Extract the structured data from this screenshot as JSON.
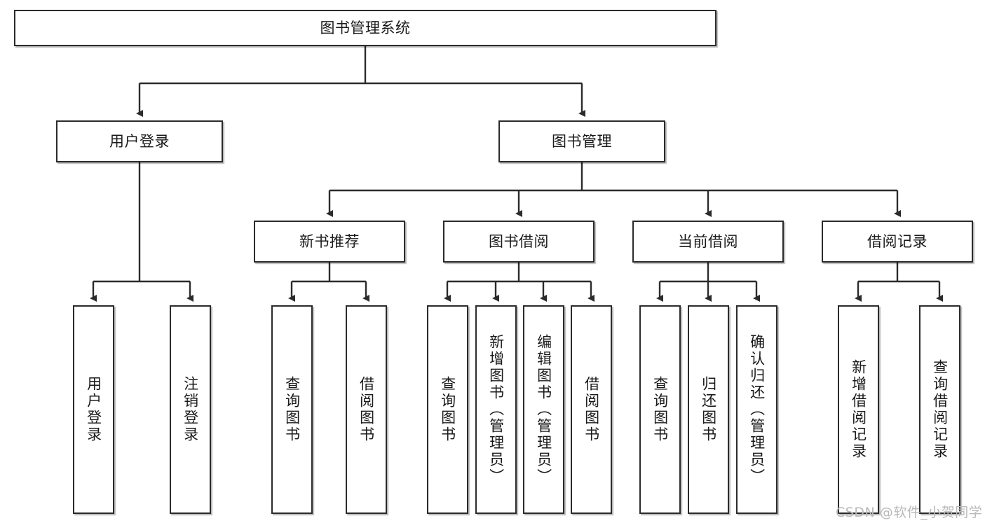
{
  "diagram": {
    "title": "图书管理系统",
    "type": "tree-hierarchy",
    "background_color": "#ffffff",
    "node_border_color": "#2b2b2b",
    "node_fill_color": "#ffffff",
    "edge_color": "#2b2b2b"
  },
  "root": {
    "label": "图书管理系统",
    "orientation": "horizontal"
  },
  "level2": [
    {
      "label": "用户登录",
      "orientation": "horizontal"
    },
    {
      "label": "图书管理",
      "orientation": "horizontal"
    }
  ],
  "level3": [
    {
      "label": "新书推荐",
      "orientation": "horizontal"
    },
    {
      "label": "图书借阅",
      "orientation": "horizontal"
    },
    {
      "label": "当前借阅",
      "orientation": "horizontal"
    },
    {
      "label": "借阅记录",
      "orientation": "horizontal"
    }
  ],
  "leaves": {
    "user_login": [
      {
        "label": "用户登录",
        "orientation": "vertical"
      },
      {
        "label": "注销登录",
        "orientation": "vertical"
      }
    ],
    "new_book_recommend": [
      {
        "label": "查询图书",
        "orientation": "vertical"
      },
      {
        "label": "借阅图书",
        "orientation": "vertical"
      }
    ],
    "book_borrow": [
      {
        "label": "查询图书",
        "orientation": "vertical"
      },
      {
        "label": "新增图书（管理员）",
        "orientation": "vertical"
      },
      {
        "label": "编辑图书（管理员）",
        "orientation": "vertical"
      },
      {
        "label": "借阅图书",
        "orientation": "vertical"
      }
    ],
    "current_borrow": [
      {
        "label": "查询图书",
        "orientation": "vertical"
      },
      {
        "label": "归还图书",
        "orientation": "vertical"
      },
      {
        "label": "确认归还（管理员）",
        "orientation": "vertical"
      }
    ],
    "borrow_record": [
      {
        "label": "新增借阅记录",
        "orientation": "vertical"
      },
      {
        "label": "查询借阅记录",
        "orientation": "vertical"
      }
    ]
  },
  "watermark": {
    "text": "CSDN @软件_小贺同学",
    "color": "#b9b9b9"
  }
}
